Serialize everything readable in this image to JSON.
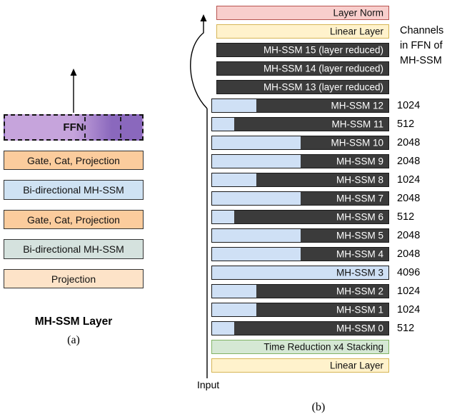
{
  "panel_a": {
    "title": "MH-SSM Layer",
    "caption": "(a)",
    "boxes": [
      {
        "label": "FFN",
        "kind": "ffn"
      },
      {
        "label": "Gate, Cat, Projection",
        "kind": "gate"
      },
      {
        "label": "Bi-directional MH-SSM",
        "kind": "bissm1"
      },
      {
        "label": "Gate, Cat, Projection",
        "kind": "gate"
      },
      {
        "label": "Bi-directional MH-SSM",
        "kind": "bissm2"
      },
      {
        "label": "Projection",
        "kind": "proj"
      }
    ]
  },
  "panel_b": {
    "caption": "(b)",
    "annotation": "Channels\nin FFN of\nMH-SSM",
    "input_label": "Input",
    "max_channels": 4096,
    "rows": [
      {
        "label": "Layer Norm",
        "kind": "layernorm",
        "indent": true
      },
      {
        "label": "Linear Layer",
        "kind": "linear",
        "indent": true
      },
      {
        "label": "MH-SSM 15 (layer reduced)",
        "kind": "reduced",
        "indent": true
      },
      {
        "label": "MH-SSM 14 (layer reduced)",
        "kind": "reduced",
        "indent": true
      },
      {
        "label": "MH-SSM 13 (layer reduced)",
        "kind": "reduced",
        "indent": true
      },
      {
        "label": "MH-SSM 12",
        "kind": "ssm",
        "channels": 1024
      },
      {
        "label": "MH-SSM 11",
        "kind": "ssm",
        "channels": 512
      },
      {
        "label": "MH-SSM 10",
        "kind": "ssm",
        "channels": 2048
      },
      {
        "label": "MH-SSM 9",
        "kind": "ssm",
        "channels": 2048
      },
      {
        "label": "MH-SSM 8",
        "kind": "ssm",
        "channels": 1024
      },
      {
        "label": "MH-SSM 7",
        "kind": "ssm",
        "channels": 2048
      },
      {
        "label": "MH-SSM 6",
        "kind": "ssm",
        "channels": 512
      },
      {
        "label": "MH-SSM 5",
        "kind": "ssm",
        "channels": 2048
      },
      {
        "label": "MH-SSM 4",
        "kind": "ssm",
        "channels": 2048
      },
      {
        "label": "MH-SSM 3",
        "kind": "ssm",
        "channels": 4096
      },
      {
        "label": "MH-SSM 2",
        "kind": "ssm",
        "channels": 1024
      },
      {
        "label": "MH-SSM 1",
        "kind": "ssm",
        "channels": 1024
      },
      {
        "label": "MH-SSM 0",
        "kind": "ssm",
        "channels": 512
      },
      {
        "label": "Time Reduction x4 Stacking",
        "kind": "timered"
      },
      {
        "label": "Linear Layer",
        "kind": "linear"
      }
    ]
  },
  "colors": {
    "layernorm_fill": "#f8cecc",
    "layernorm_border": "#b85450",
    "linear_fill": "#fff2cc",
    "linear_border": "#d6b656",
    "timered_fill": "#d5e8d4",
    "timered_border": "#82b366",
    "ssm_dark": "#3b3b3b",
    "ssm_blue": "#cfe0f5",
    "ffn_light": "#c6a4dc",
    "ffn_dark": "#8a68bd",
    "gate_fill": "#fbcc9d",
    "bissm1_fill": "#cfe2f3",
    "bissm2_fill": "#d5e2de",
    "proj_fill": "#fde3c8",
    "box_border": "#333333",
    "arrow": "#000000"
  }
}
